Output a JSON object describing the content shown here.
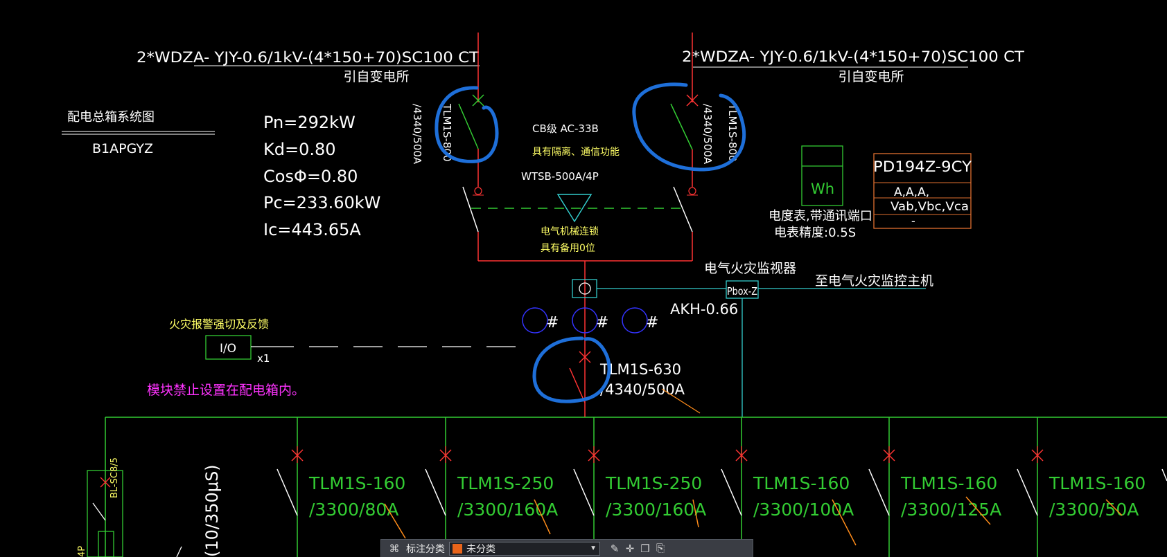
{
  "colors": {
    "background": "#000000",
    "white_text": "#ffffff",
    "yellow_text": "#ffff66",
    "green": "#33cc33",
    "red": "#ff3333",
    "cyan": "#33cccc",
    "magenta": "#ff33ff",
    "orange_line": "#ff8c1a",
    "box_orange": "#e07030",
    "annotation_blue": "#1e6fd9",
    "tag_orange": "#e8641a"
  },
  "feeders": {
    "left_cable": "2*WDZA- YJY-0.6/1kV-(4*150+70)SC100 CT",
    "right_cable": "2*WDZA- YJY-0.6/1kV-(4*150+70)SC100 CT",
    "left_source": "引自变电所",
    "right_source": "引自变电所",
    "left_breaker": "TLM1S-800",
    "left_breaker_rating": "/4340/500A",
    "right_breaker": "TLM1S-800",
    "right_breaker_rating": "/4340/500A"
  },
  "panel": {
    "title": "配电总箱系统图",
    "code": "B1APGYZ"
  },
  "load_calc": {
    "pn": "Pn=292kW",
    "kd": "Kd=0.80",
    "cos": "CosΦ=0.80",
    "pc": "Pc=233.60kW",
    "ic": "Ic=443.65A"
  },
  "ats": {
    "line1": "CB级 AC-33B",
    "line2": "具有隔离、通信功能",
    "model": "WTSB-500A/4P",
    "interlock1": "电气机械连锁",
    "interlock2": "具有备用0位"
  },
  "meter": {
    "symbol": "Wh",
    "desc1": "电度表,带通讯端口",
    "desc2": "电表精度:0.5S",
    "multi_model": "PD194Z-9CY",
    "multi_row1": "A,A,A,",
    "multi_row2": "Vab,Vbc,Vca",
    "multi_row3": "-"
  },
  "fire_monitor": {
    "label": "电气火灾监视器",
    "box": "Pbox-Z",
    "target": "至电气火灾监控主机",
    "ct": "AKH-0.66"
  },
  "fire_alarm": {
    "label": "火灾报警强切及反馈",
    "module": "I/O",
    "count": "x1",
    "note": "模块禁止设置在配电箱内。"
  },
  "main_breaker": {
    "model": "TLM1S-630",
    "rating": "/4340/500A"
  },
  "branches": [
    {
      "model": "TLM1S-160",
      "rating": "/3300/80A"
    },
    {
      "model": "TLM1S-250",
      "rating": "/3300/160A"
    },
    {
      "model": "TLM1S-250",
      "rating": "/3300/160A"
    },
    {
      "model": "TLM1S-160",
      "rating": "/3300/100A"
    },
    {
      "model": "TLM1S-160",
      "rating": "/3300/125A"
    },
    {
      "model": "TLM1S-160",
      "rating": "/3300/50A"
    }
  ],
  "spd": {
    "label": "BL-SC8/5",
    "wave": "(10/350μS)",
    "side": "4P"
  },
  "toolbar": {
    "label": "标注分类",
    "value": "未分类",
    "icons": [
      "classify-icon",
      "pen-icon",
      "move-icon",
      "copy-icon",
      "paste-icon"
    ]
  }
}
